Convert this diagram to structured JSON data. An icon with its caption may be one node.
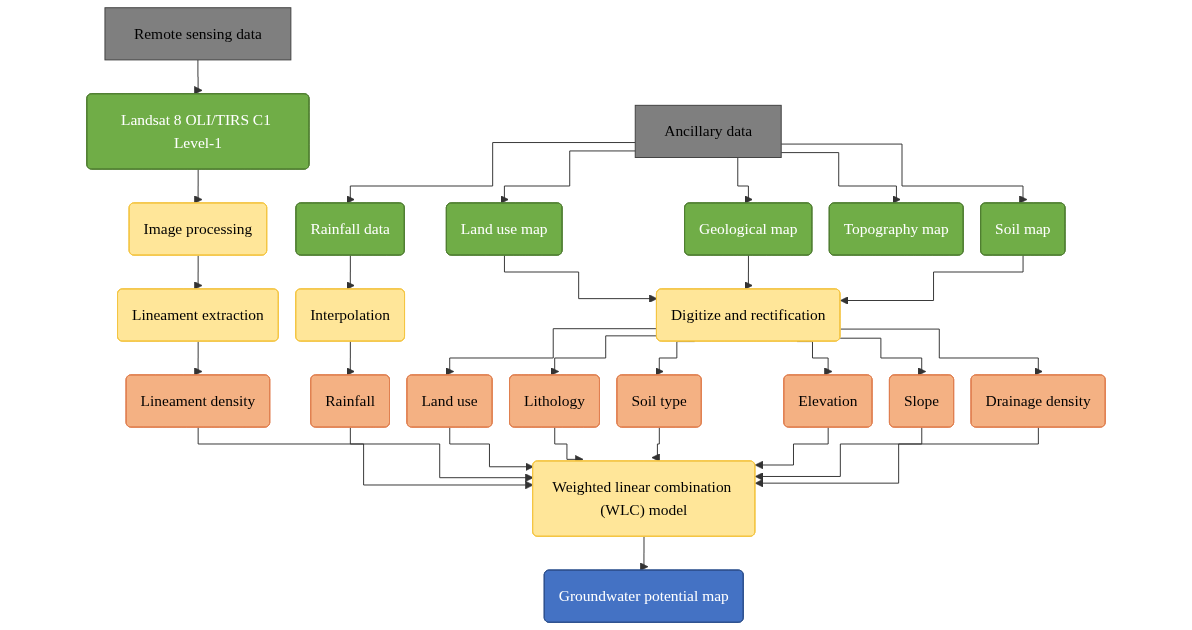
{
  "diagram": {
    "nodes": [
      {
        "text": [
          "Remote sensing data"
        ]
      },
      {
        "text": [
          "Ancillary data"
        ]
      },
      {
        "text": [
          "Landsat 8 OLI/TIRS C1 Level-1"
        ]
      },
      {
        "text": [
          "Rainfall data"
        ]
      },
      {
        "text": [
          "Land use map"
        ]
      },
      {
        "text": [
          "Geological map"
        ]
      },
      {
        "text": [
          "Soil map"
        ]
      },
      {
        "text": [
          "Topography map"
        ]
      },
      {
        "text": [
          "Image processing"
        ]
      },
      {
        "text": [
          "Interpolation"
        ]
      },
      {
        "text": [
          "Digitize and rectification"
        ]
      },
      {
        "text": [
          "Lineament extraction"
        ]
      },
      {
        "text": [
          "Lineament density"
        ]
      },
      {
        "text": [
          "Rainfall"
        ]
      },
      {
        "text": [
          "Land use"
        ]
      },
      {
        "text": [
          "Lithology"
        ]
      },
      {
        "text": [
          "Soil type"
        ]
      },
      {
        "text": [
          "Elevation"
        ]
      },
      {
        "text": [
          "Slope"
        ]
      },
      {
        "text": [
          "Drainage density"
        ]
      },
      {
        "text": [
          "Weighted linear combination (WLC) model"
        ]
      },
      {
        "text": [
          "Groundwater potential map"
        ]
      }
    ],
    "edges": [
      {
        "from": 0,
        "to": 2,
        "arrow": "to"
      },
      {
        "from": 2,
        "to": 8,
        "arrow": "to"
      },
      {
        "from": 8,
        "to": 11,
        "arrow": "to"
      },
      {
        "from": 11,
        "to": 12,
        "arrow": "to"
      },
      {
        "from": 1,
        "to": 3,
        "arrow": "to"
      },
      {
        "from": 1,
        "to": 4,
        "arrow": "to"
      },
      {
        "from": 1,
        "to": 5,
        "arrow": "to"
      },
      {
        "from": 1,
        "to": 6,
        "arrow": "to"
      },
      {
        "from": 1,
        "to": 7,
        "arrow": "to"
      },
      {
        "from": 3,
        "to": 9,
        "arrow": "to"
      },
      {
        "from": 4,
        "to": 10,
        "arrow": "to"
      },
      {
        "from": 5,
        "to": 10,
        "arrow": "to"
      },
      {
        "from": 6,
        "to": 10,
        "arrow": "to"
      },
      {
        "from": 9,
        "to": 13,
        "arrow": "to"
      },
      {
        "from": 10,
        "to": 14,
        "arrow": "to"
      },
      {
        "from": 10,
        "to": 15,
        "arrow": "to"
      },
      {
        "from": 10,
        "to": 16,
        "arrow": "to"
      },
      {
        "from": 10,
        "to": 17,
        "arrow": "to"
      },
      {
        "from": 10,
        "to": 18,
        "arrow": "to"
      },
      {
        "from": 10,
        "to": 19,
        "arrow": "to"
      },
      {
        "from": 12,
        "to": 20,
        "arrow": "to"
      },
      {
        "from": 13,
        "to": 20,
        "arrow": "to"
      },
      {
        "from": 14,
        "to": 20,
        "arrow": "to"
      },
      {
        "from": 15,
        "to": 20,
        "arrow": "to"
      },
      {
        "from": 16,
        "to": 20,
        "arrow": "to"
      },
      {
        "from": 17,
        "to": 20,
        "arrow": "to"
      },
      {
        "from": 18,
        "to": 20,
        "arrow": "to"
      },
      {
        "from": 19,
        "to": 20,
        "arrow": "to"
      },
      {
        "from": 20,
        "to": 21,
        "arrow": "to"
      }
    ]
  }
}
